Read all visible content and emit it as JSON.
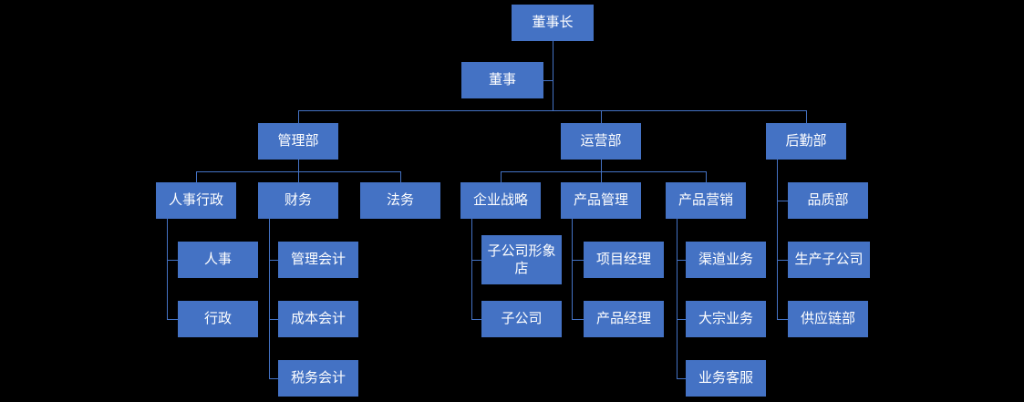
{
  "org": {
    "background": "#000000",
    "node_fill": "#4472C4",
    "node_text_color": "#FFFFFF",
    "connector_color": "#4472C4",
    "nodes": {
      "chairman": {
        "label": "董事长"
      },
      "director": {
        "label": "董事"
      },
      "management_dept": {
        "label": "管理部"
      },
      "operations_dept": {
        "label": "运营部"
      },
      "logistics_dept": {
        "label": "后勤部"
      },
      "hr_admin": {
        "label": "人事行政"
      },
      "finance": {
        "label": "财务"
      },
      "legal": {
        "label": "法务"
      },
      "corporate_strategy": {
        "label": "企业战略"
      },
      "product_management": {
        "label": "产品管理"
      },
      "product_marketing": {
        "label": "产品营销"
      },
      "quality_dept": {
        "label": "品质部"
      },
      "hr": {
        "label": "人事"
      },
      "admin": {
        "label": "行政"
      },
      "management_accounting": {
        "label": "管理会计"
      },
      "cost_accounting": {
        "label": "成本会计"
      },
      "tax_accounting": {
        "label": "税务会计"
      },
      "subsidiary_image_store": {
        "label": "子公司形象店"
      },
      "subsidiary": {
        "label": "子公司"
      },
      "project_manager": {
        "label": "项目经理"
      },
      "product_manager": {
        "label": "产品经理"
      },
      "channel_business": {
        "label": "渠道业务"
      },
      "bulk_business": {
        "label": "大宗业务"
      },
      "business_support": {
        "label": "业务客服"
      },
      "production_subsidiary": {
        "label": "生产子公司"
      },
      "supply_chain_dept": {
        "label": "供应链部"
      }
    },
    "hierarchy": {
      "root": "董事长",
      "assistant_of_root": "董事",
      "children": {
        "董事长": [
          "管理部",
          "运营部",
          "后勤部"
        ],
        "管理部": [
          "人事行政",
          "财务",
          "法务"
        ],
        "人事行政": [
          "人事",
          "行政"
        ],
        "财务": [
          "管理会计",
          "成本会计",
          "税务会计"
        ],
        "运营部": [
          "企业战略",
          "产品管理",
          "产品营销"
        ],
        "企业战略": [
          "子公司形象店",
          "子公司"
        ],
        "产品管理": [
          "项目经理",
          "产品经理"
        ],
        "产品营销": [
          "渠道业务",
          "大宗业务",
          "业务客服"
        ],
        "后勤部": [
          "品质部",
          "生产子公司",
          "供应链部"
        ]
      }
    }
  }
}
